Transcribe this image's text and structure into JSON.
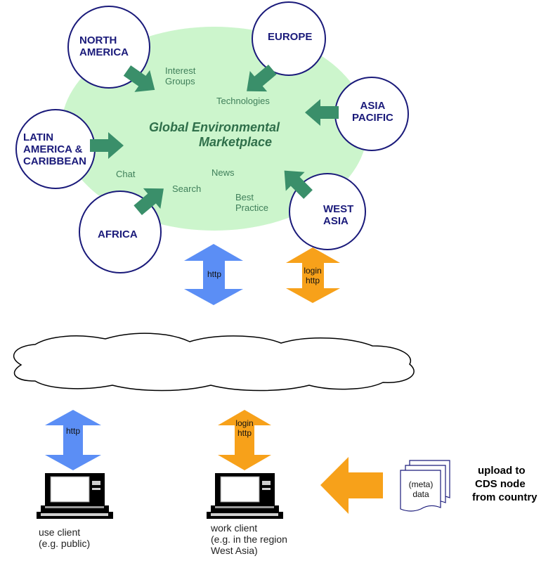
{
  "marketplace": {
    "title_line1": "Global Environmental",
    "title_line2": "Marketplace",
    "topics": {
      "interest_line1": "Interest",
      "interest_line2": "Groups",
      "technologies": "Technologies",
      "chat": "Chat",
      "news": "News",
      "search": "Search",
      "best_line1": "Best",
      "best_line2": "Practice"
    }
  },
  "regions": {
    "north_america_1": "NORTH",
    "north_america_2": "AMERICA",
    "europe": "EUROPE",
    "asia_pacific_1": "ASIA",
    "asia_pacific_2": "PACIFIC",
    "latin_1": "LATIN",
    "latin_2": "AMERICA &",
    "latin_3": "CARIBBEAN",
    "africa": "AFRICA",
    "west_asia_1": "WEST",
    "west_asia_2": "ASIA"
  },
  "connections": {
    "public_http": "http",
    "login_line1": "login",
    "login_line2": "http"
  },
  "clients": {
    "use_line1": "use client",
    "use_line2": "(e.g. public)",
    "work_line1": "work client",
    "work_line2": "(e.g. in the region",
    "work_line3": "West Asia)"
  },
  "upload": {
    "line1": "upload to",
    "line2": "CDS node",
    "line3": "from country",
    "doc_line1": "(meta)",
    "doc_line2": "data"
  },
  "colors": {
    "ellipse": "#ccf5cc",
    "green_arrow": "#3a8f6a",
    "circle_stroke": "#1a1a7a",
    "blue_arrow": "#5b8ef5",
    "orange_arrow": "#f7a11a"
  }
}
